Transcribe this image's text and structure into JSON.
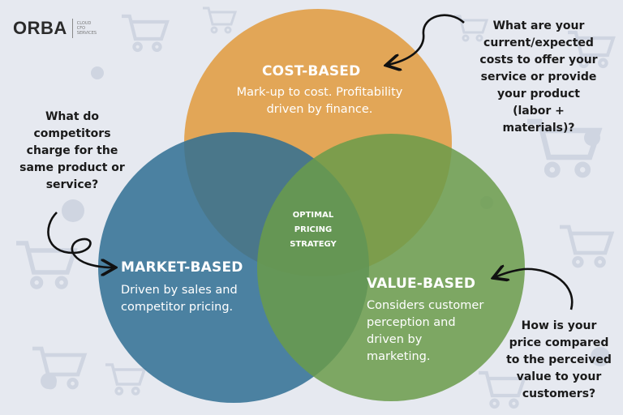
{
  "logo": {
    "wordmark": "ORBA",
    "tagline": [
      "CLOUD",
      "CFO",
      "SERVICES"
    ]
  },
  "colors": {
    "background": "#e6e9f0",
    "cost": "#e09a3c",
    "market": "#2f6f93",
    "value": "#6a9b4a",
    "text_dark": "#1a1a1a"
  },
  "venn": {
    "cost": {
      "title": "COST-BASED",
      "desc": [
        "Mark-up to cost. Profitability",
        "driven by finance."
      ]
    },
    "market": {
      "title": "MARKET-BASED",
      "desc": [
        "Driven by sales and",
        "competitor pricing."
      ]
    },
    "value": {
      "title": "VALUE-BASED",
      "desc": [
        "Considers customer",
        "perception and",
        "driven by",
        "marketing."
      ]
    },
    "center": [
      "OPTIMAL",
      "PRICING",
      "STRATEGY"
    ]
  },
  "questions": {
    "cost": [
      "What are your",
      "current/expected",
      "costs to offer your",
      "service or provide",
      "your product",
      "(labor +",
      "materials)?"
    ],
    "market": [
      "What do",
      "competitors",
      "charge for the",
      "same product or",
      "service?"
    ],
    "value": [
      "How is your",
      "price compared",
      "to the perceived",
      "value to your",
      "customers?"
    ]
  }
}
